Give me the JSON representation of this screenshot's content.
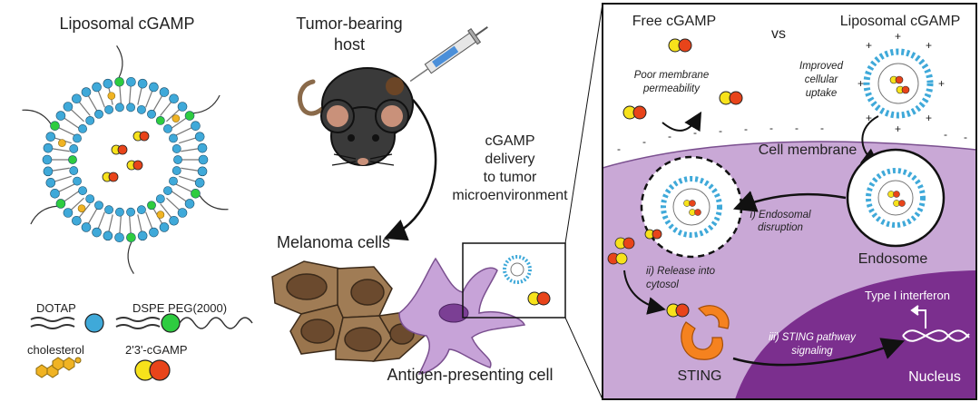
{
  "figure": {
    "left_panel": {
      "title": "Liposomal cGAMP",
      "legend": {
        "dotap": "DOTAP",
        "dspe_peg": "DSPE PEG(2000)",
        "cholesterol": "cholesterol",
        "cgamp": "2'3'-cGAMP"
      }
    },
    "middle_panel": {
      "host_line1": "Tumor-bearing",
      "host_line2": "host",
      "delivery_line1": "cGAMP",
      "delivery_line2": "delivery",
      "delivery_line3": "to tumor",
      "delivery_line4": "microenvironment",
      "melanoma": "Melanoma cells",
      "apc": "Antigen-presenting cell"
    },
    "right_panel": {
      "free_cgamp": "Free cGAMP",
      "vs": "vs",
      "liposomal_cgamp": "Liposomal cGAMP",
      "poor_line1": "Poor membrane",
      "poor_line2": "permeability",
      "improved_line1": "Improved",
      "improved_line2": "cellular",
      "improved_line3": "uptake",
      "cell_membrane": "Cell membrane",
      "endosomal_line1": "i) Endosomal",
      "endosomal_line2": "disruption",
      "endosome": "Endosome",
      "release_line1": "ii) Release into",
      "release_line2": "cytosol",
      "sting": "STING",
      "sting_path_line1": "iii) STING pathway",
      "sting_path_line2": "signaling",
      "interferon": "Type I interferon",
      "nucleus": "Nucleus"
    }
  },
  "colors": {
    "phospholipid_head": "#3fa9d9",
    "peg_head": "#2ecc40",
    "cholesterol": "#f0b323",
    "cgamp_yellow": "#f7e21b",
    "cgamp_red": "#e8441a",
    "cytosol": "#c9a8d6",
    "nucleus": "#7b2f8e",
    "sting": "#f5821f",
    "melanoma": "#8a6a4a",
    "apc": "#c7a3d8",
    "mouse": "#3a3a3a"
  }
}
